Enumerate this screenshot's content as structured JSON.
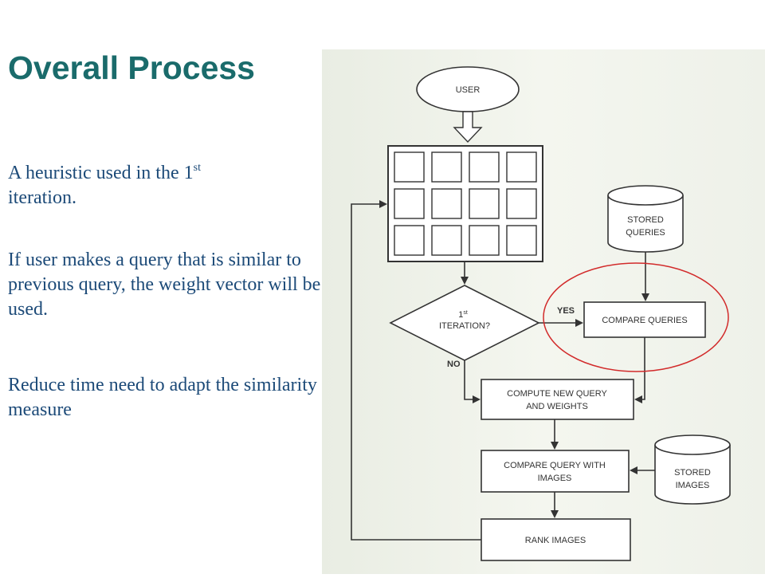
{
  "slide": {
    "title": "Overall Process",
    "para1_prefix": "A heuristic used in the 1",
    "para1_sup": "st",
    "para1_suffix": "iteration.",
    "para2": "If user makes a query that is similar to previous query, the weight vector will be used.",
    "para3": "Reduce time need to adapt the similarity measure"
  },
  "diagram": {
    "user": "USER",
    "stored_queries_line1": "STORED",
    "stored_queries_line2": "QUERIES",
    "decision_line1": "1",
    "decision_sup": "st",
    "decision_line2": "ITERATION?",
    "yes": "YES",
    "no": "NO",
    "compare_queries": "COMPARE QUERIES",
    "compute_line1": "COMPUTE NEW QUERY",
    "compute_line2": "AND WEIGHTS",
    "compare_images_line1": "COMPARE QUERY WITH",
    "compare_images_line2": "IMAGES",
    "stored_images_line1": "STORED",
    "stored_images_line2": "IMAGES",
    "rank_images": "RANK IMAGES",
    "highlight_color": "#d22b2b",
    "background_color": "#f4f6ef"
  }
}
